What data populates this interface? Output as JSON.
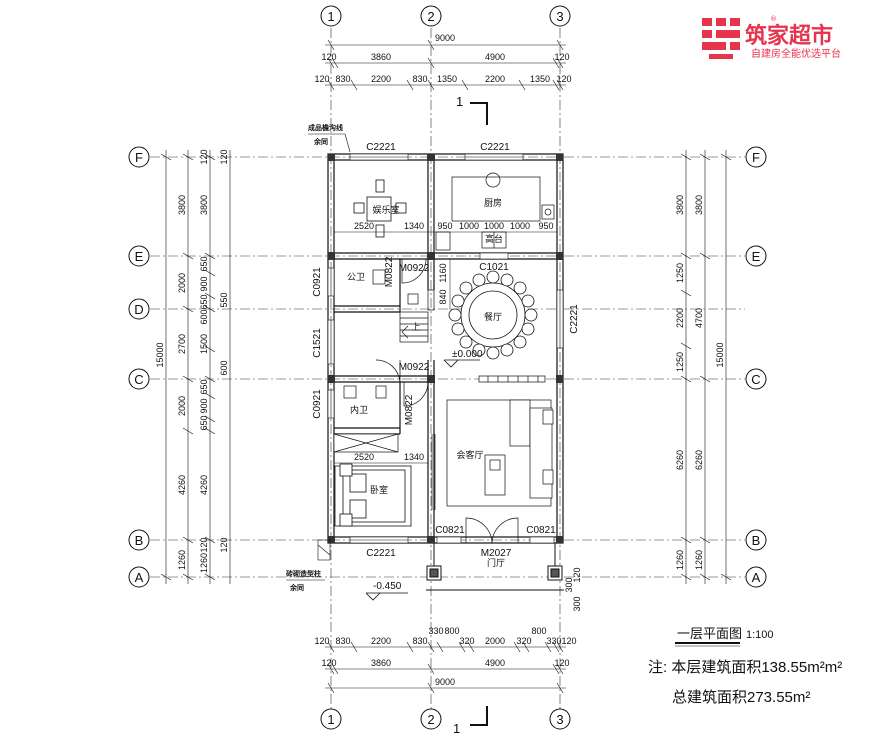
{
  "logo": {
    "brand": "筑家超市",
    "slogan": "自建房全能优选平台",
    "color": "#e7344d",
    "registered": "®"
  },
  "plan": {
    "title": "一层平面图",
    "scale": "1:100",
    "note_floor_area": "注: 本层建筑面积138.55m²m²",
    "note_total_area": "总建筑面积273.55m²",
    "section_mark": "1",
    "elevation_zero": "±0.000",
    "elevation_outside": "-0.450",
    "eave_label": "成品檐沟线",
    "eave_label_sub": "余同",
    "post_label": "砖砌造型柱",
    "post_label_sub": "余同"
  },
  "axes": {
    "vertical": [
      "1",
      "2",
      "3"
    ],
    "horizontal": [
      "F",
      "E",
      "D",
      "C",
      "B",
      "A"
    ]
  },
  "dims": {
    "top_total": "9000",
    "top_row1": [
      "120",
      "3860",
      "4900",
      "120"
    ],
    "top_row2": [
      "120",
      "830",
      "2200",
      "830",
      "1350",
      "2200",
      "1350",
      "120"
    ],
    "bottom_row1": [
      "120",
      "830",
      "2200",
      "830",
      "330",
      "800",
      "320",
      "2000",
      "320",
      "800",
      "330",
      "120"
    ],
    "bottom_row2": [
      "120",
      "3860",
      "4900",
      "120"
    ],
    "bottom_total": "9000",
    "left_outer": [
      "15000"
    ],
    "left_mid": [
      "3800",
      "2000",
      "2700",
      "2000",
      "4260",
      "1260"
    ],
    "left_inner": [
      "120",
      "3800",
      "650",
      "900",
      "650",
      "1500",
      "600",
      "650",
      "900",
      "650",
      "4260",
      "120",
      "1260"
    ],
    "left_tiny": [
      "120",
      "550",
      "600",
      "120"
    ],
    "right_inner": [
      "3800",
      "1250",
      "2200",
      "1250",
      "6260",
      "1260"
    ],
    "right_mid": [
      "4700"
    ],
    "right_outer": [
      "15000"
    ],
    "right_small": [
      "120",
      "300",
      "300",
      "120",
      "120"
    ]
  },
  "rooms": {
    "entertainment": "娱乐室",
    "kitchen": "厨房",
    "counter": "高台",
    "public_wc": "公卫",
    "dining": "餐厅",
    "inner_wc": "内卫",
    "living": "会客厅",
    "bedroom": "卧室",
    "foyer": "门厅",
    "stair_up": "上"
  },
  "openings": {
    "c2221_a": "C2221",
    "c2221_b": "C2221",
    "c2221_c": "C2221",
    "c2221_d": "C2221",
    "c1021": "C1021",
    "c0921_a": "C0921",
    "c0921_b": "C0921",
    "c1521": "C1521",
    "m0922_a": "M0922",
    "m0922_b": "M0922",
    "m0822_a": "M0822",
    "m0822_b": "M0822",
    "c0821_a": "C0821",
    "c0821_b": "C0821",
    "m2027": "M2027"
  },
  "interior_dims": {
    "d2520_a": "2520",
    "d1340_a": "1340",
    "d950_a": "950",
    "d1000_a": "1000",
    "d1000_b": "1000",
    "d1000_c": "1000",
    "d950_b": "950",
    "d1160": "1160",
    "d840": "840",
    "d2520_b": "2520",
    "d1340_b": "1340"
  }
}
